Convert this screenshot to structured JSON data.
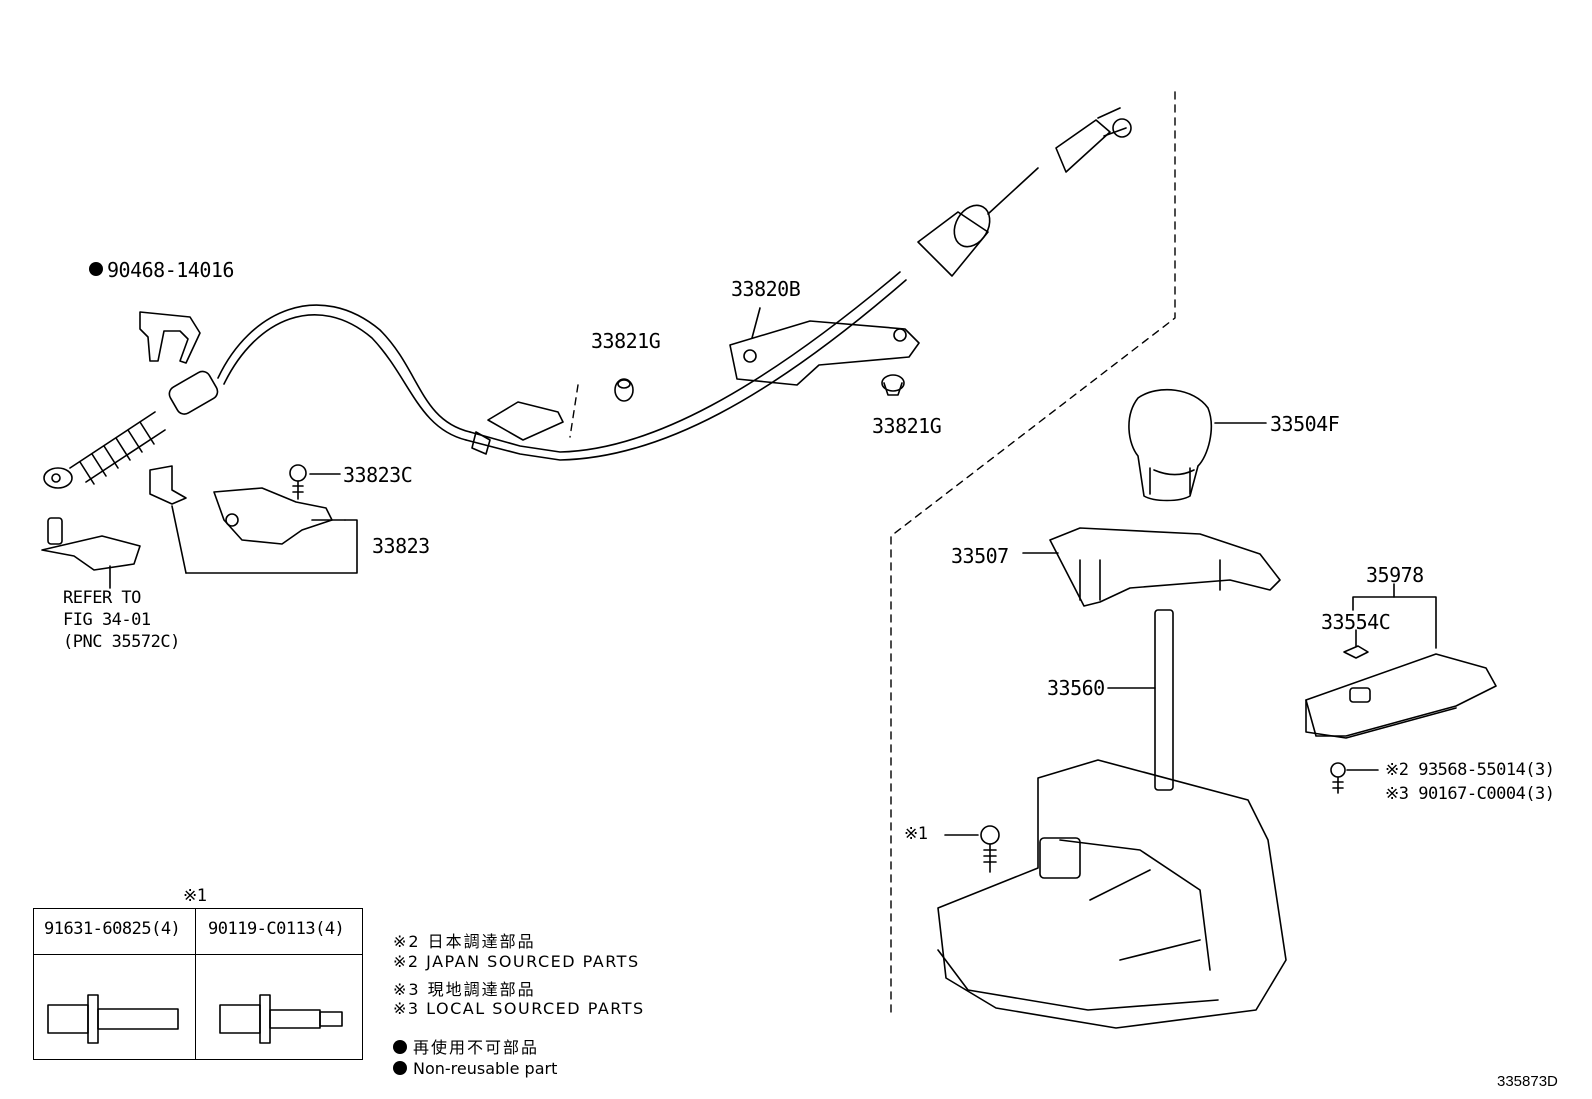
{
  "diagram_code": "335873D",
  "parts": {
    "p90468": "90468-14016",
    "p33820B": "33820B",
    "p33821G_top": "33821G",
    "p33821G_bottom": "33821G",
    "p33823C": "33823C",
    "p33823": "33823",
    "p33504F": "33504F",
    "p33507": "33507",
    "p35978": "35978",
    "p33554C": "33554C",
    "p33560": "33560",
    "p93568": "※2 93568-55014(3)",
    "p90167": "※3 90167-C0004(3)",
    "note1": "※1"
  },
  "refer": {
    "line1": "REFER TO",
    "line2": "FIG 34-01",
    "line3": "(PNC 35572C)"
  },
  "table": {
    "mark": "※1",
    "col1": "91631-60825(4)",
    "col2": "90119-C0113(4)"
  },
  "legend": {
    "l1": "※2 日本調達部品",
    "l2": "※2 JAPAN SOURCED PARTS",
    "l3": "※3 現地調達部品",
    "l4": "※3 LOCAL SOURCED PARTS",
    "l5": "再使用不可部品",
    "l6": "Non-reusable part"
  }
}
